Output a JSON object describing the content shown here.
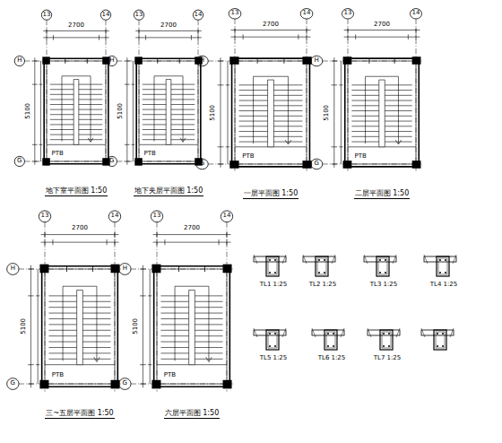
{
  "diagram": {
    "labels": [
      "13",
      "14",
      "2700",
      "H",
      "G",
      "5100",
      "PTB",
      "地下室平面图 1:50",
      "13",
      "14",
      "2700",
      "H",
      "G",
      "5100",
      "PTB",
      "地下夹层平面图 1:50",
      "13",
      "14",
      "2700",
      "H",
      "G",
      "5100",
      "PTB",
      "一层平面图 1:50",
      "13",
      "14",
      "2700",
      "H",
      "G",
      "5100",
      "PTB",
      "二层平面图 1:50",
      "13",
      "14",
      "2700",
      "H",
      "G",
      "5100",
      "PTB",
      "三~五层平面图 1:50",
      "13",
      "14",
      "2700",
      "H",
      "G",
      "5100",
      "PTB",
      "六层平面图 1:50",
      "TL1 1:25",
      "TL2 1:25",
      "TL3 1:25",
      "TL4 1:25",
      "TL5 1:25",
      "TL6 1:25",
      "TL7 1:25"
    ]
  }
}
